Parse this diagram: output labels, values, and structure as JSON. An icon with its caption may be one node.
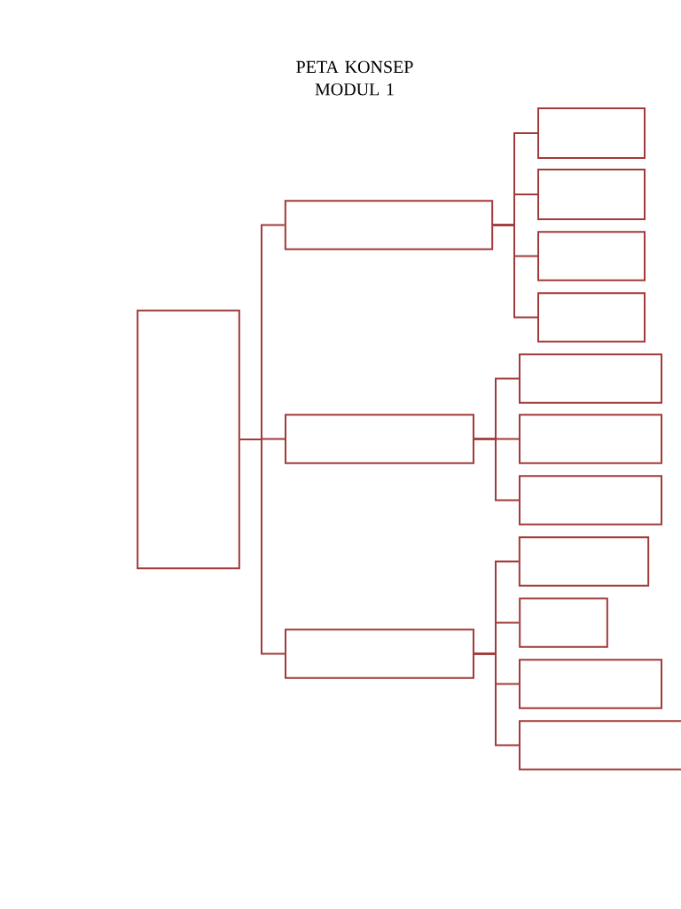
{
  "diagram": {
    "title": "PETA KONSEP MODUL 1",
    "nodes": [
      {
        "text": [],
        "shape": "box"
      },
      {
        "text": [],
        "shape": "box"
      },
      {
        "text": [],
        "shape": "box"
      },
      {
        "text": [],
        "shape": "box"
      },
      {
        "text": [],
        "shape": "box"
      },
      {
        "text": [],
        "shape": "box"
      },
      {
        "text": [],
        "shape": "box"
      },
      {
        "text": [],
        "shape": "box"
      },
      {
        "text": [],
        "shape": "box"
      },
      {
        "text": [],
        "shape": "box"
      },
      {
        "text": [],
        "shape": "box"
      },
      {
        "text": [],
        "shape": "box"
      },
      {
        "text": [],
        "shape": "box"
      },
      {
        "text": [],
        "shape": "box"
      },
      {
        "text": [],
        "shape": "box"
      }
    ],
    "edges": [
      {
        "from": 0,
        "to": 1,
        "arrow": "none"
      },
      {
        "from": 0,
        "to": 2,
        "arrow": "none"
      },
      {
        "from": 0,
        "to": 3,
        "arrow": "none"
      },
      {
        "from": 1,
        "to": 4,
        "arrow": "none"
      },
      {
        "from": 1,
        "to": 5,
        "arrow": "none"
      },
      {
        "from": 1,
        "to": 6,
        "arrow": "none"
      },
      {
        "from": 1,
        "to": 7,
        "arrow": "none"
      },
      {
        "from": 2,
        "to": 8,
        "arrow": "none"
      },
      {
        "from": 2,
        "to": 9,
        "arrow": "none"
      },
      {
        "from": 2,
        "to": 10,
        "arrow": "none"
      },
      {
        "from": 3,
        "to": 11,
        "arrow": "none"
      },
      {
        "from": 3,
        "to": 12,
        "arrow": "none"
      },
      {
        "from": 3,
        "to": 13,
        "arrow": "none"
      },
      {
        "from": 3,
        "to": 14,
        "arrow": "none"
      }
    ]
  }
}
